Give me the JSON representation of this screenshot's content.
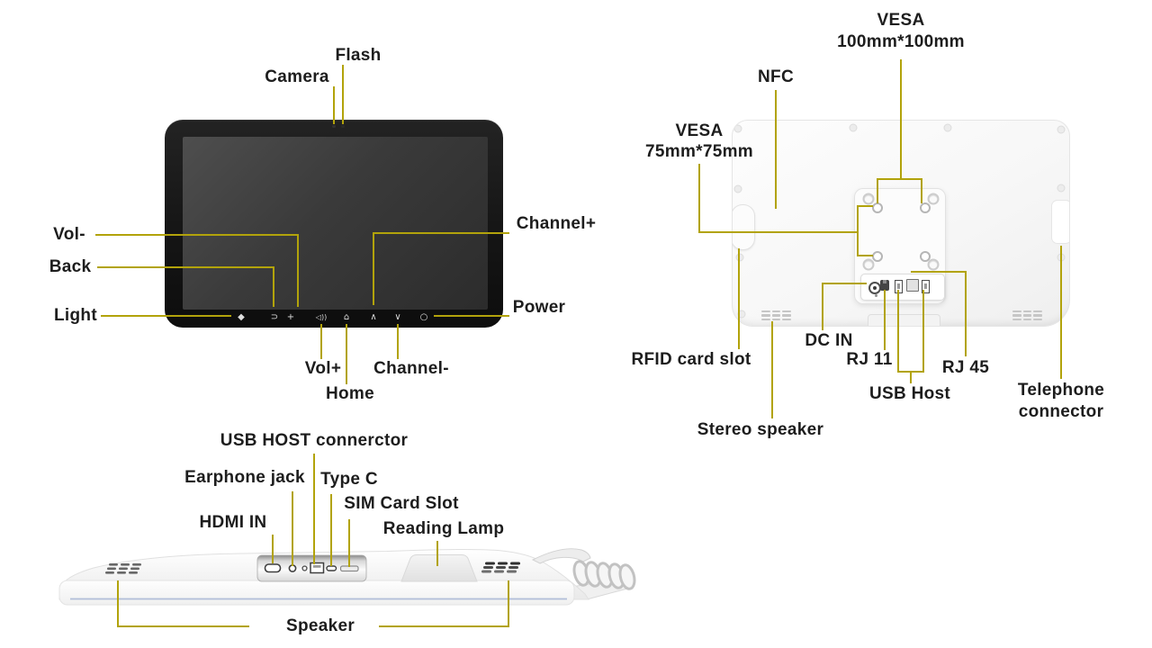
{
  "colors": {
    "leader_line": "#b2a30b",
    "label_text": "#1d1d1d",
    "bezel": "#151515",
    "screen": "#3a3a3a",
    "device_body": "#f8f8f8",
    "bottom_edge_accent": "#a9b8d6",
    "background": "#ffffff"
  },
  "front_view": {
    "labels": {
      "flash": "Flash",
      "camera": "Camera",
      "vol_minus": "Vol-",
      "back": "Back",
      "light": "Light",
      "channel_plus": "Channel+",
      "power": "Power",
      "vol_plus": "Vol+",
      "home": "Home",
      "channel_minus": "Channel-"
    },
    "bezel_icons": [
      {
        "name": "light-icon",
        "glyph": "◆"
      },
      {
        "name": "back-icon",
        "glyph": "⊃"
      },
      {
        "name": "brightness-icon",
        "glyph": "+"
      },
      {
        "name": "volume-icon",
        "glyph": "◁))"
      },
      {
        "name": "home-icon",
        "glyph": "⌂"
      },
      {
        "name": "channel-up-icon",
        "glyph": "∧"
      },
      {
        "name": "channel-down-icon",
        "glyph": "∨"
      },
      {
        "name": "power-icon",
        "glyph": "○"
      }
    ]
  },
  "back_view": {
    "labels": {
      "vesa_100_line1": "VESA",
      "vesa_100_line2": "100mm*100mm",
      "nfc": "NFC",
      "vesa_75_line1": "VESA",
      "vesa_75_line2": "75mm*75mm",
      "rfid_card_slot": "RFID card slot",
      "dc_in": "DC IN",
      "rj11": "RJ 11",
      "rj45": "RJ 45",
      "usb_host": "USB Host",
      "telephone_line1": "Telephone",
      "telephone_line2": "connector",
      "stereo_speaker": "Stereo speaker"
    }
  },
  "bottom_view": {
    "labels": {
      "usb_host_connector": "USB HOST connerctor",
      "earphone_jack": "Earphone jack",
      "type_c": "Type C",
      "sim_card_slot": "SIM Card Slot",
      "reading_lamp": "Reading Lamp",
      "hdmi_in": "HDMI IN",
      "speaker": "Speaker"
    }
  }
}
